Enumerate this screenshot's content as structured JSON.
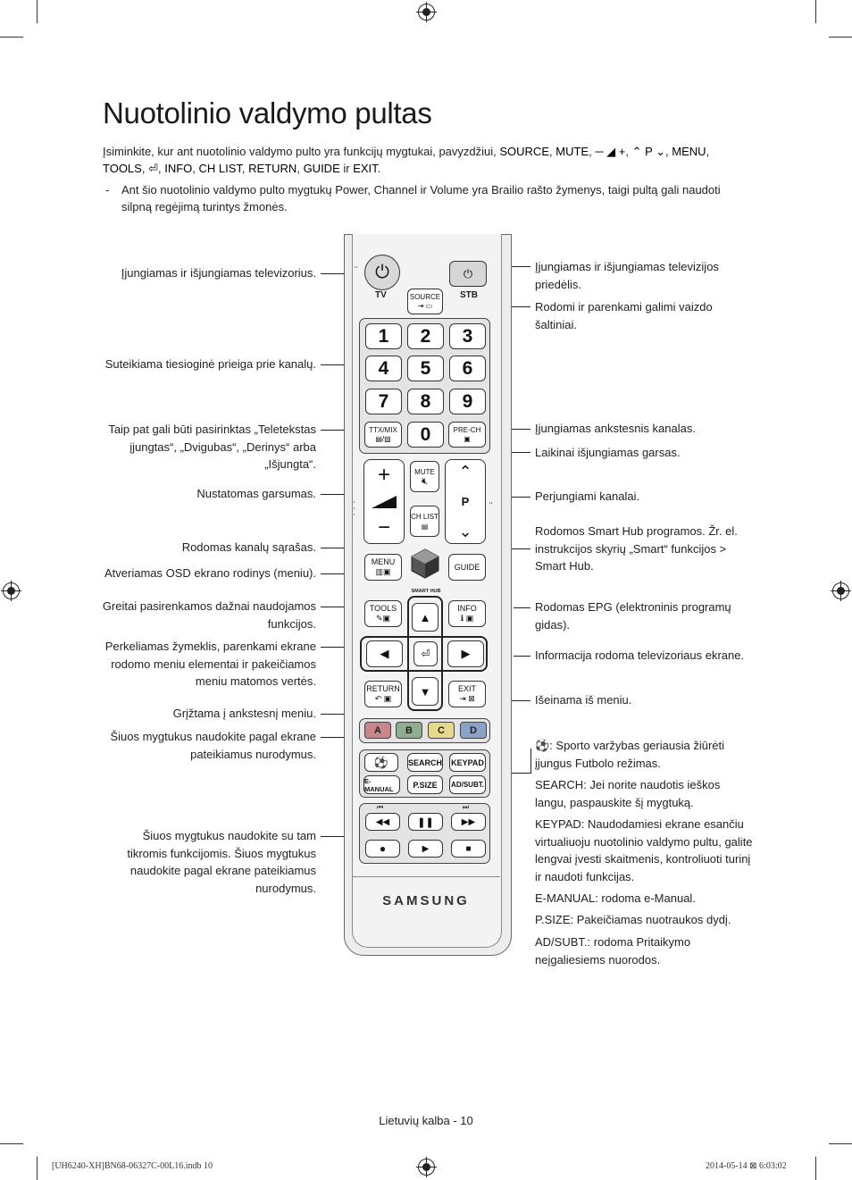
{
  "title": "Nuotolinio valdymo pultas",
  "intro": {
    "p1": "Įsiminkite, kur ant nuotolinio valdymo pulto yra funkcijų mygtukai, pavyzdžiui, ",
    "k_source": "SOURCE",
    "k_mute": "MUTE",
    "k_vol": "─ ◢ +",
    "k_ch": "⌃ P ⌄",
    "k_menu": "MENU",
    "k_tools": "TOOLS",
    "k_enter": "⏎",
    "k_info": "INFO",
    "k_chlist": "CH LIST",
    "k_return": "RETURN",
    "k_guide": "GUIDE",
    "k_ir": " ir ",
    "k_exit": "EXIT",
    "bullet_dash": "-",
    "bullet_a": "Ant šio nuotolinio valdymo pulto mygtukų ",
    "b_power": "Power",
    "b_channel": "Channel",
    "b_volume": "Volume",
    "bullet_b": " yra Brailio rašto žymenys, taigi pultą gali naudoti silpną regėjimą turintys žmonės."
  },
  "left_labels": {
    "power": "Įjungiamas ir išjungiamas televizorius.",
    "numbers": "Suteikiama tiesioginė prieiga prie kanalų.",
    "ttx": "Taip pat gali būti pasirinktas „Teletekstas įjungtas“, „Dvigubas“, „Derinys“ arba „Išjungta“.",
    "volume": "Nustatomas garsumas.",
    "chlist": "Rodomas kanalų sąrašas.",
    "menu": "Atveriamas OSD ekrano rodinys (meniu).",
    "tools": "Greitai pasirenkamos dažnai naudojamos funkcijos.",
    "nav": "Perkeliamas žymeklis, parenkami ekrane rodomo meniu elementai ir pakeičiamos meniu matomos vertės.",
    "return": "Grįžtama į ankstesnį meniu.",
    "color": "Šiuos mygtukus naudokite pagal ekrane pateikiamus nurodymus.",
    "media": "Šiuos mygtukus naudokite su tam tikromis funkcijomis. Šiuos mygtukus naudokite pagal ekrane pateikiamus nurodymus."
  },
  "right_labels": {
    "stb": "Įjungiamas ir išjungiamas televizijos priedėlis.",
    "source": "Rodomi ir parenkami galimi vaizdo šaltiniai.",
    "prech": "Įjungiamas ankstesnis kanalas.",
    "mute": "Laikinai išjungiamas garsas.",
    "channel": "Perjungiami kanalai.",
    "smarthub_a": "Rodomos ",
    "smarthub_b": "Smart Hub",
    "smarthub_c": " programos. Žr. el. instrukcijos skyrių ",
    "smarthub_d": "„Smart“ funkcijos",
    "smarthub_e": " > ",
    "smarthub_f": "Smart Hub",
    "smarthub_g": ".",
    "guide_a": "Rodomas ",
    "guide_b": "EPG",
    "guide_c": " (elektroninis programų gidas).",
    "info": "Informacija rodoma televizoriaus ekrane.",
    "exit": "Išeinama iš meniu.",
    "football_a": ": Sporto varžybas geriausia žiūrėti įjungus ",
    "football_b": "Futbolo režimas",
    "football_c": ".",
    "search_k": "SEARCH",
    "search_t": ": Jei norite naudotis ieškos langu, paspauskite šį mygtuką.",
    "keypad_k": "KEYPAD",
    "keypad_t": ": Naudodamiesi ekrane esančiu virtualiuoju nuotolinio valdymo pultu, galite lengvai įvesti skaitmenis, kontroliuoti turinį ir naudoti funkcijas.",
    "emanual_k": "E-MANUAL",
    "emanual_t": ": rodoma ",
    "emanual_v": "e-Manual",
    "emanual_e": ".",
    "psize_k": "P.SIZE",
    "psize_t": ": Pakeičiamas nuotraukos dydį.",
    "ad_k": "AD/SUBT.",
    "ad_t": ": rodoma ",
    "ad_v": "Pritaikymo neįgaliesiems nuorodos",
    "ad_e": "."
  },
  "remote": {
    "tv": "TV",
    "stb": "STB",
    "source": "SOURCE",
    "digits": [
      "1",
      "2",
      "3",
      "4",
      "5",
      "6",
      "7",
      "8",
      "9",
      "0"
    ],
    "ttx": "TTX/MIX",
    "prech": "PRE-CH",
    "mute": "MUTE",
    "chlist": "CH LIST",
    "p": "P",
    "menu": "MENU",
    "smart_hub": "SMART HUB",
    "guide": "GUIDE",
    "tools": "TOOLS",
    "info": "INFO",
    "return": "RETURN",
    "exit": "EXIT",
    "colors": [
      {
        "label": "A",
        "color": "#c9868a"
      },
      {
        "label": "B",
        "color": "#8fae8f"
      },
      {
        "label": "C",
        "color": "#e6d98a"
      },
      {
        "label": "D",
        "color": "#8aa2c8"
      }
    ],
    "search": "SEARCH",
    "keypad": "KEYPAD",
    "emanual": "E-MANUAL",
    "psize": "P.SIZE",
    "adsubt": "AD/SUBT.",
    "brand": "SAMSUNG"
  },
  "footer": {
    "page": "Lietuvių kalba - 10",
    "file": "[UH6240-XH]BN68-06327C-00L16.indb   10",
    "date": "2014-05-14   ⊠ 6:03:02"
  }
}
